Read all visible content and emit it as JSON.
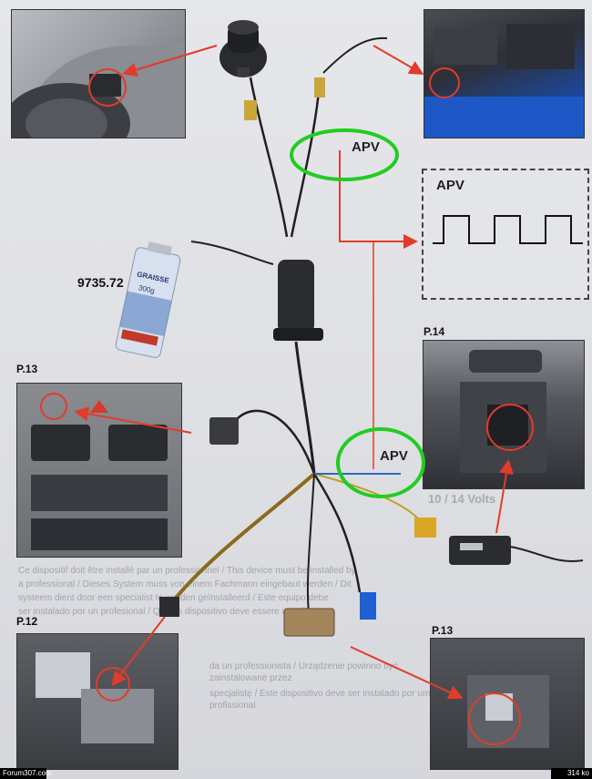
{
  "labels": {
    "apv_top": "APV",
    "apv_middle": "APV",
    "apv_box": "APV",
    "part_number": "9735.72",
    "p13_top": "P.13",
    "p14": "P.14",
    "p12": "P.12",
    "p13_bottom": "P.13",
    "voltage": "10 / 14 Volts"
  },
  "can": {
    "line1": "GRAISSE",
    "line2": "300g"
  },
  "footer": {
    "site": "Forum307.com",
    "size": "314 ko"
  },
  "bleed_text": [
    "Ce dispositif doit être installé par un professionnel / This device must be installed by",
    "a professional / Dieses System muss von einem Fachmann eingebaut werden / Dit",
    "systeem dient door een specialist te worden geïnstalleerd / Este equipo debe",
    "ser instalado por un profesional / Questo dispositivo deve essere installato",
    "da un professionista / Urządzenie powinno być zainstalowane przez",
    "specjalistę / Este dispositivo deve ser instalado por um profissional"
  ],
  "colors": {
    "highlight": "#22cc22",
    "arrow": "#e23b2a",
    "wire": "#202020"
  },
  "icons": [
    "ignition-switch",
    "speed-signal-waveform",
    "harness-connector",
    "relay-module"
  ]
}
